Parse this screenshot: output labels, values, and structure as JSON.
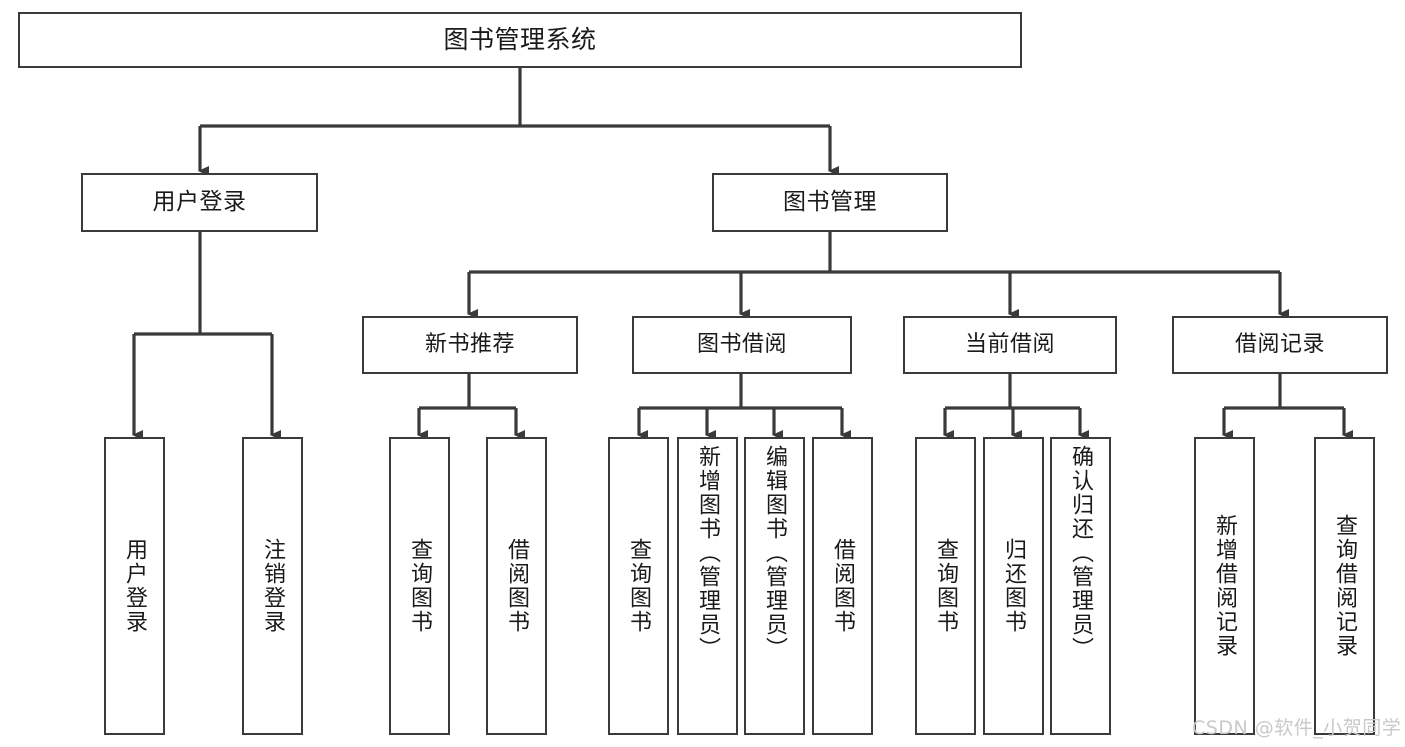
{
  "diagram": {
    "title": "图书管理系统",
    "type": "tree-hierarchy-chart",
    "stroke_color": "#3a3a3a",
    "background_color": "#ffffff",
    "nodes": {
      "root": {
        "label": "图书管理系统"
      },
      "level1": [
        {
          "id": "user-login",
          "label": "用户登录"
        },
        {
          "id": "book-manage",
          "label": "图书管理"
        }
      ],
      "level2": [
        {
          "id": "new-book-recommend",
          "label": "新书推荐"
        },
        {
          "id": "book-borrow",
          "label": "图书借阅"
        },
        {
          "id": "current-borrow",
          "label": "当前借阅"
        },
        {
          "id": "borrow-record",
          "label": "借阅记录"
        }
      ],
      "leaves": {
        "user_login": [
          {
            "id": "leaf-user-login",
            "label": "用户登录"
          },
          {
            "id": "leaf-logout-login",
            "label": "注销登录"
          }
        ],
        "new_book_recommend": [
          {
            "id": "leaf-query-book-1",
            "label": "查询图书"
          },
          {
            "id": "leaf-borrow-book-1",
            "label": "借阅图书"
          }
        ],
        "book_borrow": [
          {
            "id": "leaf-query-book-2",
            "label": "查询图书"
          },
          {
            "id": "leaf-add-book",
            "label": "新增图书（管理员）"
          },
          {
            "id": "leaf-edit-book",
            "label": "编辑图书（管理员）"
          },
          {
            "id": "leaf-borrow-book-2",
            "label": "借阅图书"
          }
        ],
        "current_borrow": [
          {
            "id": "leaf-query-book-3",
            "label": "查询图书"
          },
          {
            "id": "leaf-return-book",
            "label": "归还图书"
          },
          {
            "id": "leaf-confirm-return",
            "label": "确认归还（管理员）"
          }
        ],
        "borrow_record": [
          {
            "id": "leaf-add-borrow-record",
            "label": "新增借阅记录"
          },
          {
            "id": "leaf-query-borrow-record",
            "label": "查询借阅记录"
          }
        ]
      }
    },
    "watermark": "CSDN @软件_小贺同学"
  }
}
